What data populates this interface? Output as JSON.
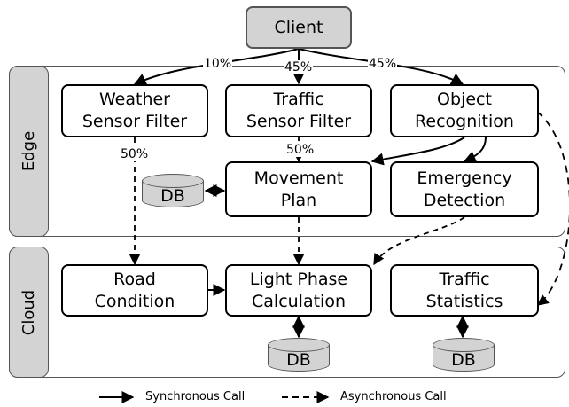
{
  "regions": {
    "edge": "Edge",
    "cloud": "Cloud"
  },
  "nodes": {
    "client": "Client",
    "weather_sensor_filter": "Weather\nSensor Filter",
    "traffic_sensor_filter": "Traffic\nSensor Filter",
    "object_recognition": "Object\nRecognition",
    "movement_plan": "Movement\nPlan",
    "emergency_detection": "Emergency\nDetection",
    "road_condition": "Road\nCondition",
    "light_phase_calculation": "Light Phase\nCalculation",
    "traffic_statistics": "Traffic\nStatistics"
  },
  "databases": {
    "edge_db": "DB",
    "cloud_db_light": "DB",
    "cloud_db_stats": "DB"
  },
  "percentages": {
    "client_to_weather": "10%",
    "client_to_traffic": "45%",
    "client_to_object": "45%",
    "weather_to_road": "50%",
    "traffic_to_movement": "50%"
  },
  "legend": {
    "sync": "Synchronous Call",
    "async": "Asynchronous Call"
  }
}
